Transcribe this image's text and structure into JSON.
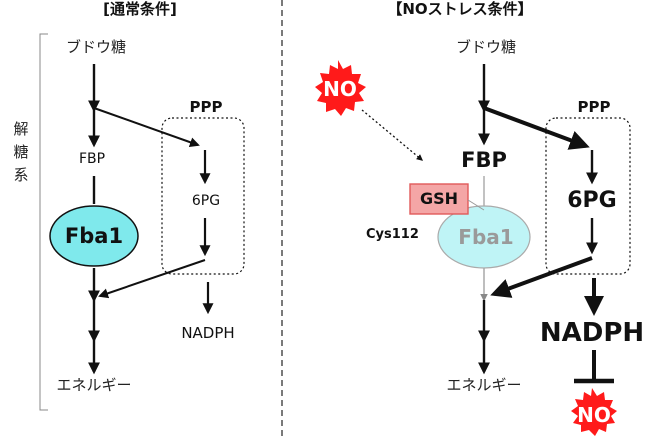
{
  "normal": {
    "title": "[通常条件]",
    "glucose": "ブドウ糖",
    "fbp": "FBP",
    "fba1": "Fba1",
    "ppp": "PPP",
    "pg6": "6PG",
    "nadph": "NADPH",
    "energy": "エネルギー",
    "glycolysis_label": "解糖系"
  },
  "stress": {
    "title": "【NOストレス条件】",
    "glucose": "ブドウ糖",
    "no_badge": "NO",
    "fbp": "FBP",
    "gsh": "GSH",
    "cys": "Cys112",
    "fba1": "Fba1",
    "ppp": "PPP",
    "pg6": "6PG",
    "nadph": "NADPH",
    "energy": "エネルギー",
    "no_badge_bottom": "NO"
  },
  "colors": {
    "fba1_fill": "#7fe9ec",
    "fba1_faded_fill": "#bff4f6",
    "gsh_fill": "#f4a6a6",
    "gsh_border": "#e15a5a",
    "no_red": "#ff1a1a"
  }
}
